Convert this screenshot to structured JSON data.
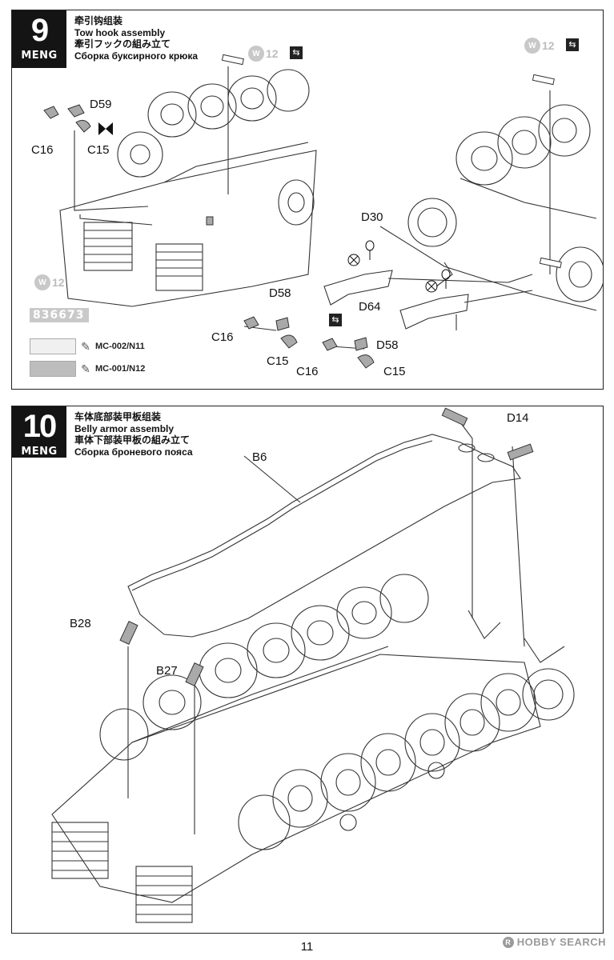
{
  "page_number": "11",
  "watermark": {
    "symbol": "R",
    "text": "HOBBY SEARCH"
  },
  "brand": "MENG",
  "step9": {
    "number": "9",
    "title_cn": "牵引钩组装",
    "title_en": "Tow hook assembly",
    "title_jp": "牽引フックの組み立て",
    "title_ru": "Сборка буксирного крюка",
    "weathering_badges": [
      {
        "letter": "W",
        "number": "12"
      },
      {
        "letter": "W",
        "number": "12"
      },
      {
        "letter": "W",
        "number": "12"
      }
    ],
    "swap_icon": "flip-icon",
    "part_labels": {
      "c16_top": "C16",
      "d59": "D59",
      "c15_top": "C15",
      "d30": "D30",
      "d58_a": "D58",
      "d64": "D64",
      "c16_mid": "C16",
      "c15_mid": "C15",
      "d58_b": "D58",
      "c16_low": "C16",
      "c15_low": "C15"
    },
    "code_strip": "836673",
    "paints": [
      {
        "code": "MC-002/N11",
        "color": "#f0f0f0"
      },
      {
        "code": "MC-001/N12",
        "color": "#bdbdbd"
      }
    ]
  },
  "step10": {
    "number": "10",
    "title_cn": "车体底部装甲板组装",
    "title_en": "Belly armor assembly",
    "title_jp": "車体下部装甲板の組み立て",
    "title_ru": "Сборка броневого пояса",
    "part_labels": {
      "b6": "B6",
      "d14": "D14",
      "b28": "B28",
      "b27": "B27"
    }
  }
}
